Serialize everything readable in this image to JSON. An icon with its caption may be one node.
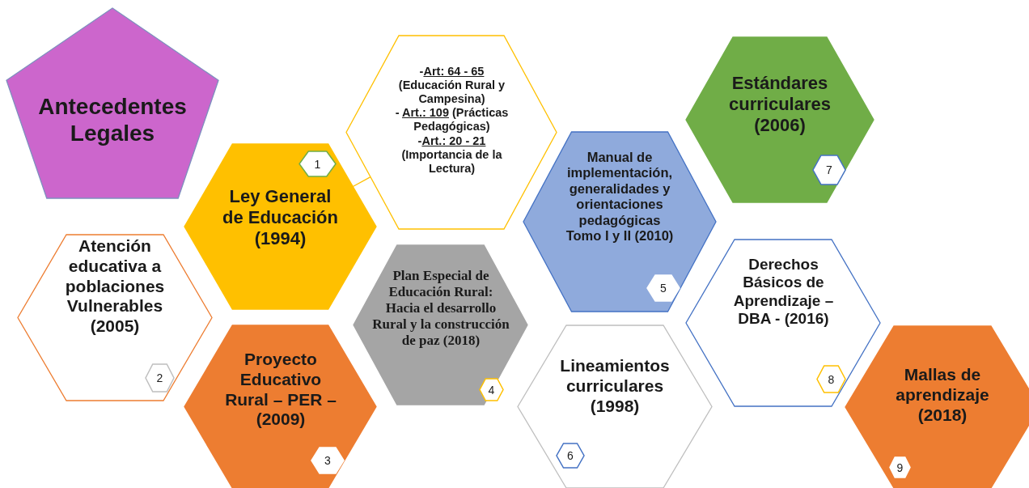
{
  "diagram": {
    "nodes": [
      {
        "text": [
          "Antecedentes Legales"
        ]
      },
      {
        "text": [
          "Ley General de Educación (1994)"
        ]
      },
      {
        "text": [
          "1"
        ],
        "in": 1
      },
      {
        "text": [
          "-Art: 64 - 65 (Educación Rural y Campesina)",
          "-  Art.: 109  (Prácticas Pedagógicas)",
          "-Art.: 20 - 21 (Importancia de la Lectura)"
        ]
      },
      {
        "text": [
          "Atención educativa a poblaciones Vulnerables (2005)"
        ]
      },
      {
        "text": [
          "2"
        ],
        "in": 4
      },
      {
        "text": [
          "Proyecto Educativo Rural – PER – (2009)"
        ]
      },
      {
        "text": [
          "3"
        ],
        "in": 6
      },
      {
        "text": [
          "Plan Especial de Educación Rural: Hacia el desarrollo Rural y la construcción de paz (2018)"
        ]
      },
      {
        "text": [
          "4"
        ],
        "in": 8
      },
      {
        "text": [
          "Manual de implementación, generalidades y orientaciones pedagógicas Tomo I y II (2010)"
        ]
      },
      {
        "text": [
          "5"
        ],
        "in": 10
      },
      {
        "text": [
          "Lineamientos curriculares (1998)"
        ]
      },
      {
        "text": [
          "6"
        ],
        "in": 12
      },
      {
        "text": [
          "Estándares curriculares (2006)"
        ]
      },
      {
        "text": [
          "7"
        ],
        "in": 14
      },
      {
        "text": [
          "Derechos Básicos de Aprendizaje – DBA - (2016)"
        ]
      },
      {
        "text": [
          "8"
        ],
        "in": 16
      },
      {
        "text": [
          "Mallas de aprendizaje (2018)"
        ]
      },
      {
        "text": [
          "9"
        ],
        "in": 18
      }
    ],
    "edges": [
      {
        "from": 1,
        "to": 3,
        "arrow": "none"
      }
    ]
  }
}
